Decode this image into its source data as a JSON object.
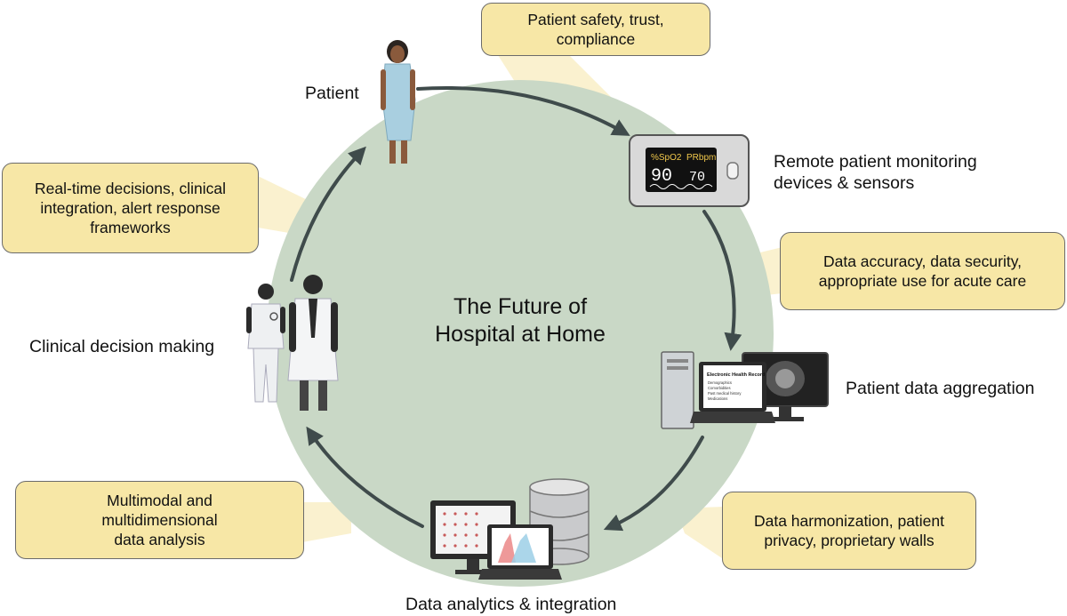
{
  "diagram": {
    "title_line1": "The Future of",
    "title_line2": "Hospital at Home",
    "nodes": {
      "patient": "Patient",
      "monitoring_line1": "Remote patient monitoring",
      "monitoring_line2": "devices & sensors",
      "aggregation": "Patient data aggregation",
      "analytics": "Data analytics & integration",
      "clinical": "Clinical decision making"
    },
    "challenges": {
      "safety": "Patient safety, trust, compliance",
      "accuracy": "Data accuracy, data security, appropriate use for acute care",
      "harmonization": "Data harmonization, patient privacy, proprietary walls",
      "multimodal": "Multimodal and multidimensional data analysis",
      "realtime": "Real-time decisions, clinical integration, alert response frameworks"
    },
    "device": {
      "spo2_label": "%SpO2",
      "pr_label": "PRbpm",
      "spo2_value": "90",
      "pr_value": "70"
    },
    "ehr": {
      "title": "Electronic Health Record",
      "items": [
        "Demographics",
        "Comorbidities",
        "Past medical history",
        "Medications"
      ]
    }
  },
  "colors": {
    "circle": "#c9d8c6",
    "beam": "#faf1cf",
    "box_fill": "#f7e7a6",
    "box_border": "#6b6b6b",
    "arrow": "#3f4b4b"
  }
}
